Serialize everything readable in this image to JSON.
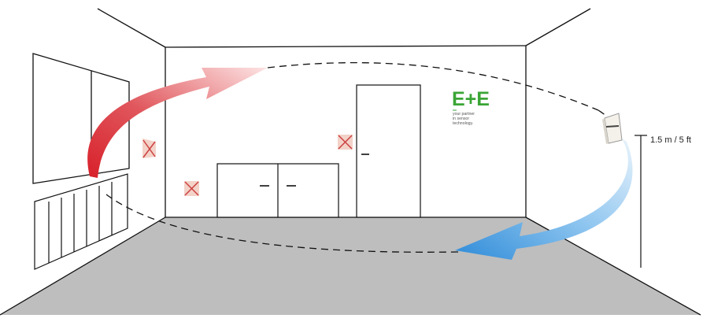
{
  "height_label": "1.5 m / 5 ft",
  "brand": {
    "logo_text": "E+E",
    "tagline": [
      "your partner",
      "in sensor",
      "technology."
    ]
  },
  "colors": {
    "floor": "#bebebe",
    "line": "#111111",
    "warm_arrow": "#d8202a",
    "cool_arrow": "#2e8bd8",
    "brand_green": "#3aa535",
    "cross_mark": "#cc4040",
    "cross_bg": "#f3d2c8"
  },
  "icons": {
    "sensor": "wall-sensor-icon",
    "forbidden_spot": "cross-mark-icon"
  }
}
